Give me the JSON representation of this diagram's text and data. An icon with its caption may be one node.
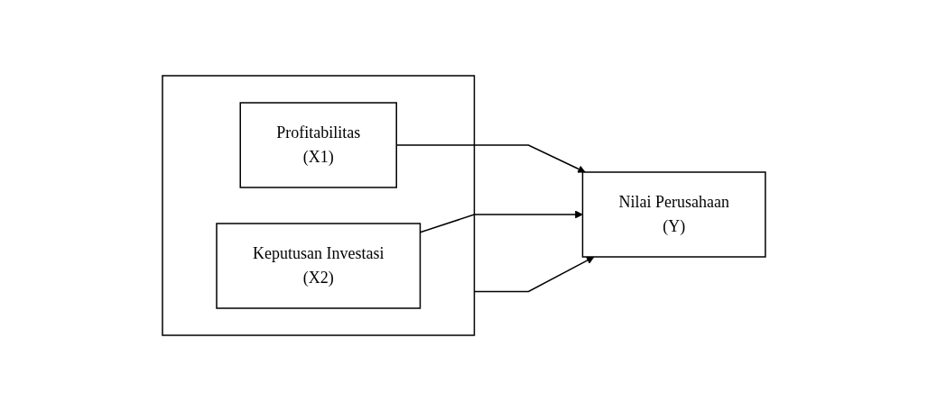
{
  "diagram": {
    "nodes": [
      {
        "text": [],
        "shape": "box"
      },
      {
        "text": [
          "Profitabilitas",
          "(X1)"
        ],
        "in": 0
      },
      {
        "text": [
          "Keputusan Investasi",
          "(X2)"
        ],
        "in": 0
      },
      {
        "text": [
          "Nilai Perusahaan",
          "(Y)"
        ]
      }
    ],
    "edges": [
      {
        "from": 1,
        "to": 3,
        "arrow": "to"
      },
      {
        "from": 0,
        "to": 3,
        "arrow": "to"
      },
      {
        "from": 2,
        "to": 3,
        "arrow": "to"
      }
    ]
  }
}
